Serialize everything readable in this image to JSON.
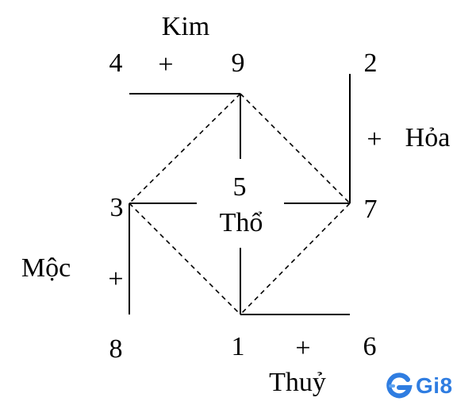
{
  "numbers": {
    "n1": "1",
    "n2": "2",
    "n3": "3",
    "n4": "4",
    "n5": "5",
    "n6": "6",
    "n7": "7",
    "n8": "8",
    "n9": "9"
  },
  "plus_sign": "+",
  "elements": {
    "metal": "Kim",
    "fire": "Hỏa",
    "earth": "Thổ",
    "wood": "Mộc",
    "water": "Thuỷ"
  },
  "logo": {
    "text": "Gi8",
    "color": "#2f7de1",
    "icon": "g-logo-icon"
  },
  "colors": {
    "ink": "#000000",
    "background": "#ffffff"
  }
}
